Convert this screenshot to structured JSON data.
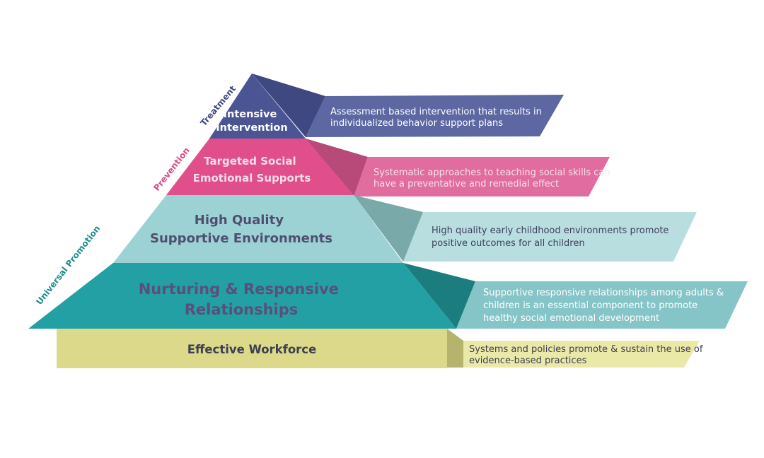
{
  "tiers": {
    "intensive": {
      "title_lines": [
        "Intensive",
        "Intervention"
      ],
      "description_lines": [
        "Assessment based intervention that results in",
        "individualized behavior support plans"
      ],
      "color": "#5b64a0"
    },
    "targeted": {
      "title_lines": [
        "Targeted Social",
        "Emotional Supports"
      ],
      "description_lines": [
        "Systematic approaches to teaching social skills can",
        "have a preventative and remedial effect"
      ],
      "color": "#de5b93"
    },
    "environments": {
      "title_lines": [
        "High Quality",
        "Supportive Environments"
      ],
      "description_lines": [
        "High quality early childhood environments promote",
        "positive outcomes for all children"
      ],
      "color": "#92cfd1"
    },
    "relationships": {
      "title_lines": [
        "Nurturing & Responsive",
        "Relationships"
      ],
      "description_lines": [
        "Supportive responsive relationships among adults &",
        "children is an essential component to promote",
        "healthy social emotional development"
      ],
      "color": "#25a3a6"
    },
    "workforce": {
      "title_lines": [
        "Effective Workforce"
      ],
      "description_lines": [
        "Systems and policies promote & sustain the use of",
        "evidence-based practices"
      ],
      "color": "#dcd98a"
    }
  },
  "side_labels": {
    "treatment": "Treatment",
    "prevention": "Prevention",
    "universal": "Universal Promotion"
  }
}
